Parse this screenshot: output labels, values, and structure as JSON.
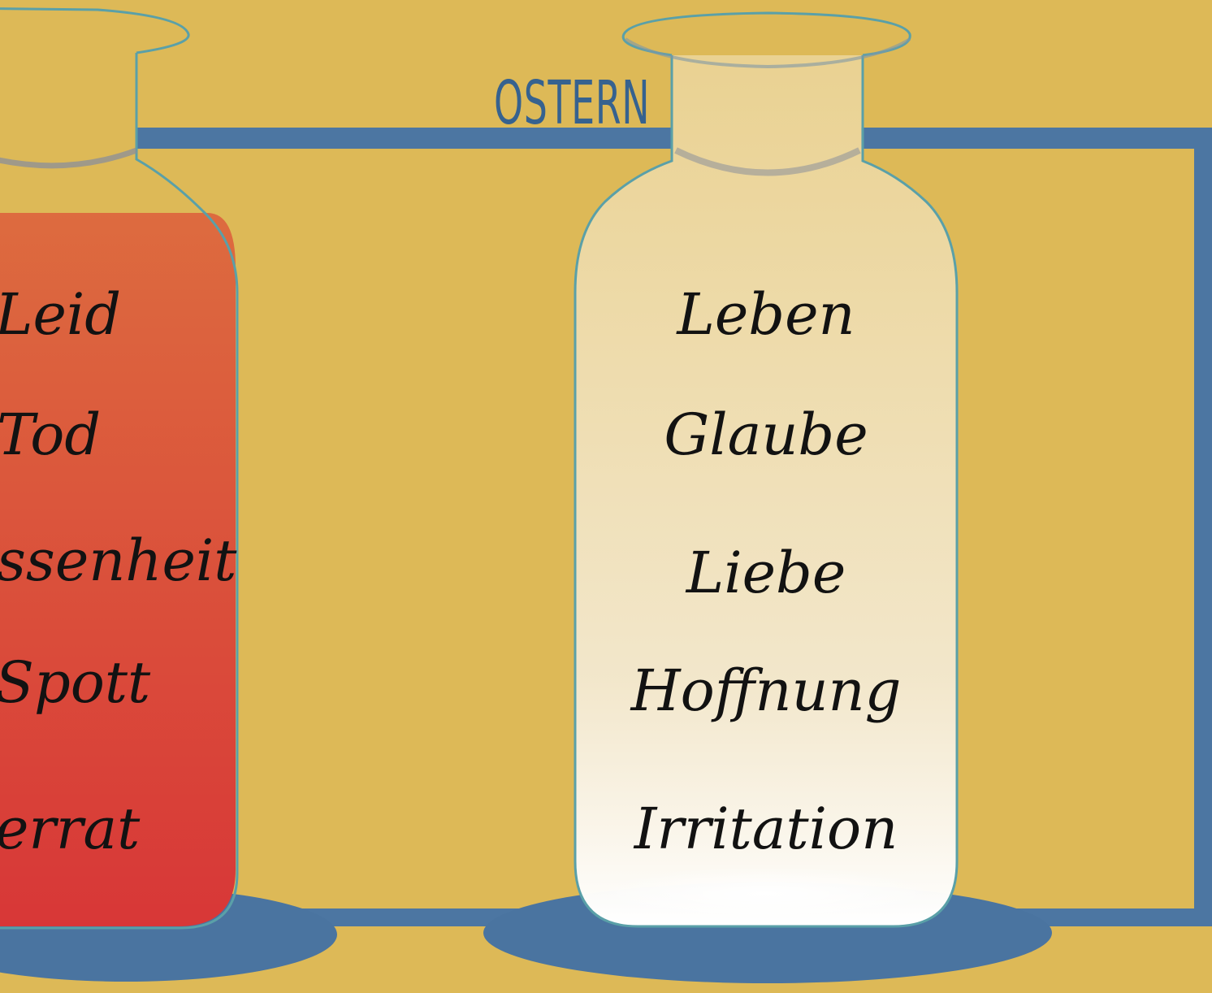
{
  "title": "OSTERN",
  "left_jar": {
    "words": [
      "Leid",
      "Tod",
      "ssenheit",
      "Spott",
      "errat"
    ]
  },
  "right_jar": {
    "words": [
      "Leben",
      "Glaube",
      "Liebe",
      "Hoffnung",
      "Irritation"
    ]
  },
  "colors": {
    "background": "#ddb957",
    "frame": "#4c76a2",
    "left_fill_top": "#dd6b3f",
    "left_fill_bottom": "#d83737",
    "right_fill_top": "#ecd69c",
    "right_fill_bottom": "#ffffff",
    "title": "#36628f"
  }
}
